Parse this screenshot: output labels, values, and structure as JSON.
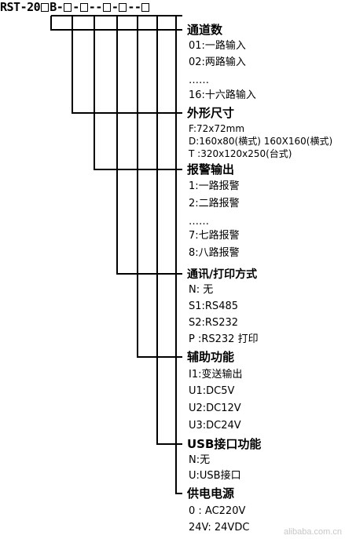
{
  "model_code": {
    "prefix": "RST-20",
    "letter": "B",
    "separator": "-"
  },
  "sections": [
    {
      "heading": "通道数",
      "options": [
        "01:一路输入",
        "02:两路输入",
        "……",
        "16:十六路输入"
      ]
    },
    {
      "heading": "外形尺寸",
      "options": [
        "F:72x72mm",
        "D:160x80(横式) 160X160(横式)",
        "T :320x120x250(台式)"
      ]
    },
    {
      "heading": "报警输出",
      "options": [
        "1:一路报警",
        "2:二路报警",
        "……",
        "7:七路报警",
        "8:八路报警"
      ]
    },
    {
      "heading": "通讯/打印方式",
      "options": [
        "N: 无",
        "S1:RS485",
        "S2:RS232",
        "P :RS232 打印"
      ]
    },
    {
      "heading": "辅助功能",
      "options": [
        "I1:变送输出",
        "U1:DC5V",
        "U2:DC12V",
        "U3:DC24V"
      ]
    },
    {
      "heading": "USB接口功能",
      "options": [
        "N:无",
        "U:USB接口"
      ]
    },
    {
      "heading": "供电电源",
      "options": [
        "0 : AC220V",
        "24V: 24VDC"
      ]
    }
  ],
  "watermark": "alibaba.com.cn"
}
